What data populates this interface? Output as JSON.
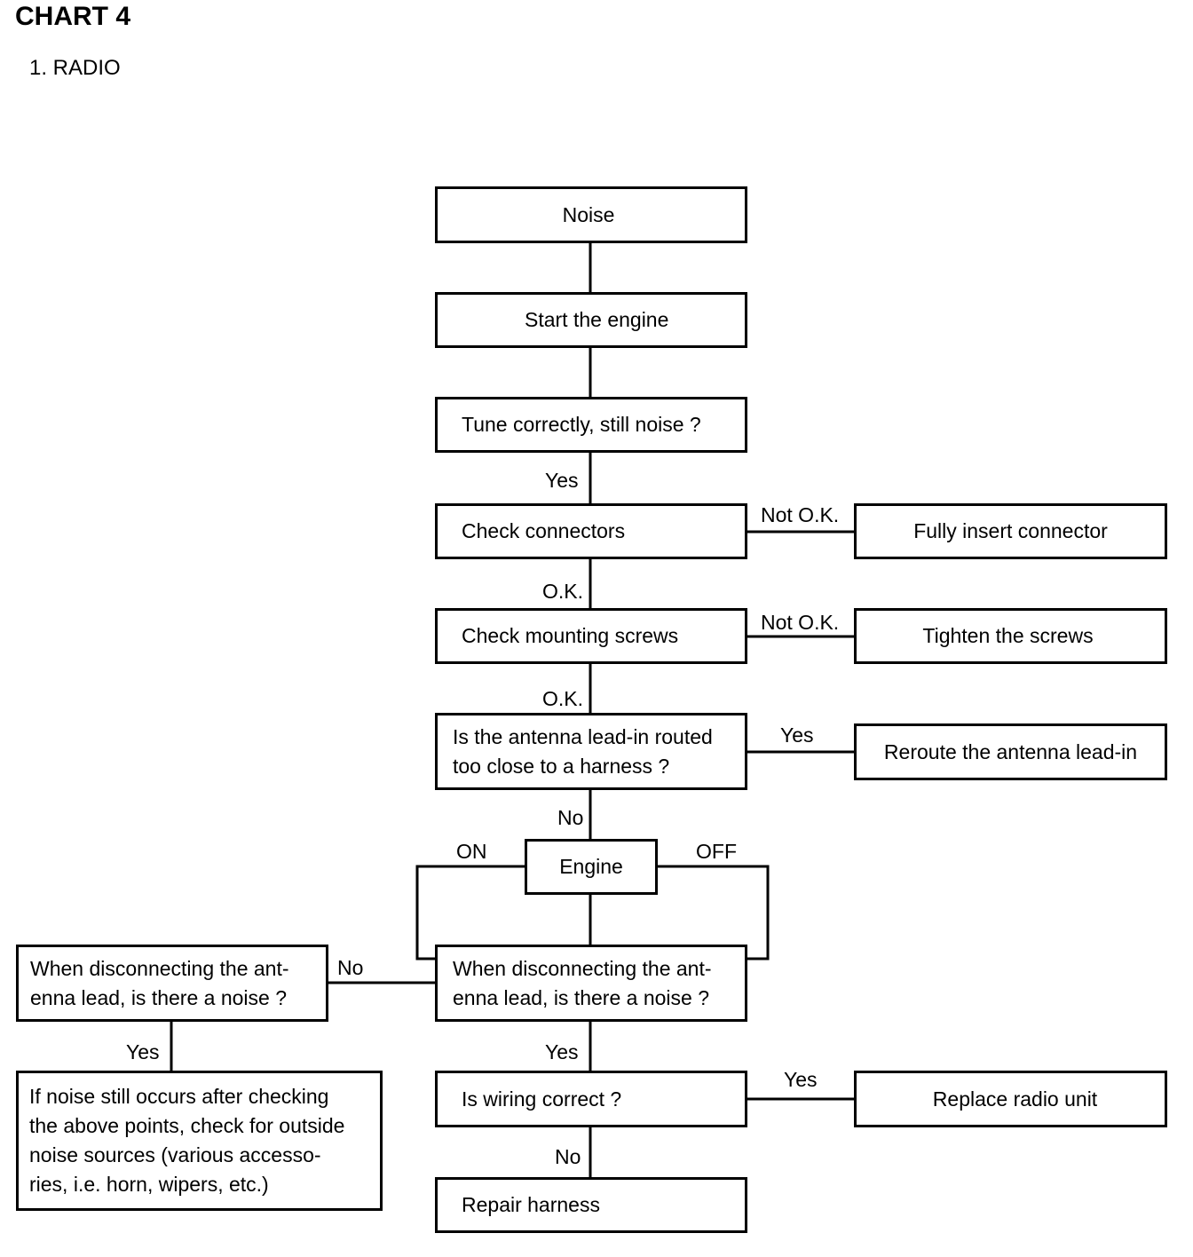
{
  "title": "CHART 4",
  "section": "1. RADIO",
  "nodes": {
    "noise": "Noise",
    "start_engine": "Start the engine",
    "tune": "Tune correctly, still noise ?",
    "check_connectors": "Check connectors",
    "insert_connector": "Fully insert connector",
    "check_screws": "Check mounting screws",
    "tighten_screws": "Tighten the screws",
    "antenna_routing": "Is the antenna lead-in routed\ntoo close to a harness ?",
    "reroute_antenna": "Reroute the antenna lead-in",
    "engine": "Engine",
    "disconnect_antenna_main": "When disconnecting  the ant-\nenna lead, is there a noise ?",
    "disconnect_antenna_left": "When disconnecting the ant-\nenna lead, is there a noise ?",
    "outside_noise": "If noise still occurs after checking\nthe above points, check for outside\nnoise sources (various accesso-\nries, i.e. horn, wipers, etc.)",
    "wiring_correct": "Is wiring correct ?",
    "replace_radio": "Replace radio unit",
    "repair_harness": "Repair harness"
  },
  "edge_labels": {
    "tune_yes": "Yes",
    "connectors_not_ok": "Not O.K.",
    "connectors_ok": "O.K.",
    "screws_not_ok": "Not O.K.",
    "screws_ok": "O.K.",
    "antenna_yes": "Yes",
    "antenna_no": "No",
    "engine_on": "ON",
    "engine_off": "OFF",
    "disconnect_no": "No",
    "left_yes": "Yes",
    "disconnect_yes": "Yes",
    "wiring_yes": "Yes",
    "wiring_no": "No"
  }
}
